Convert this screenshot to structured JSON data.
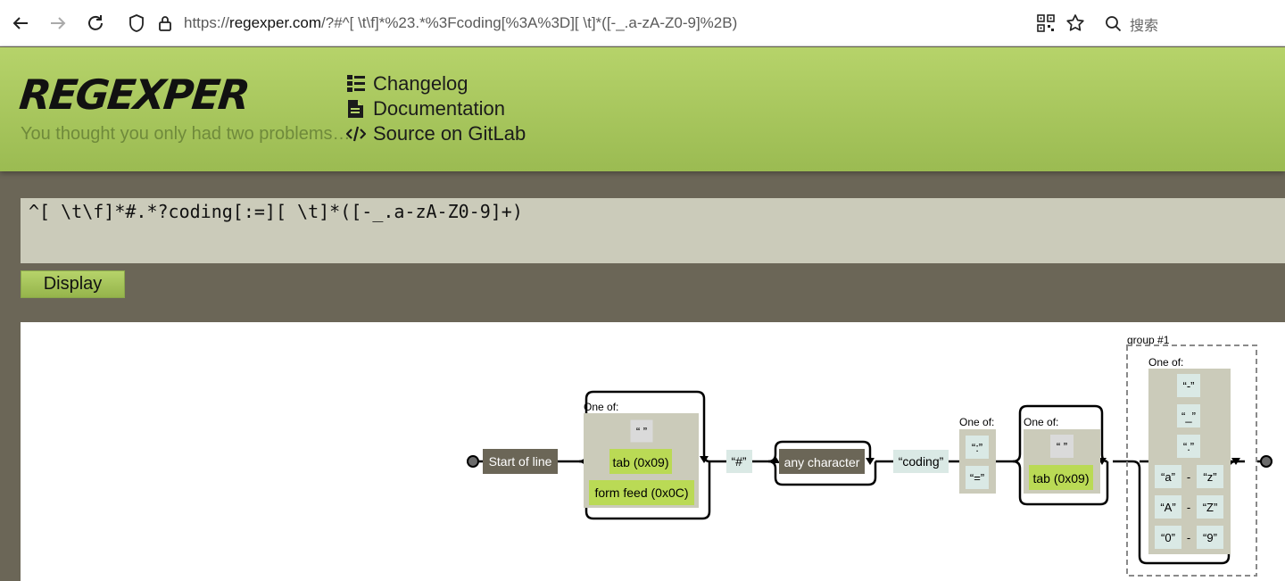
{
  "browser": {
    "url_prefix": "https://",
    "url_host": "regexper.com",
    "url_rest": "/?#^[ \\t\\f]*%23.*%3Fcoding[%3A%3D][ \\t]*([-_.a-zA-Z0-9]%2B)",
    "search_placeholder": "搜索"
  },
  "header": {
    "logo": "REGEXPER",
    "tagline": "You thought you only had two problems…",
    "nav": [
      {
        "label": "Changelog",
        "icon": "list-icon"
      },
      {
        "label": "Documentation",
        "icon": "document-icon"
      },
      {
        "label": "Source on GitLab",
        "icon": "code-icon"
      }
    ]
  },
  "form": {
    "regex": "^[ \\t\\f]*#.*?coding[:=][ \\t]*([-_.a-zA-Z0-9]+)",
    "display_label": "Display"
  },
  "diagram": {
    "start": "Start of line",
    "one_of": "One of:",
    "space": "“ ”",
    "tab": "tab (0x09)",
    "formfeed": "form feed (0x0C)",
    "hash": "“#”",
    "any": "any character",
    "coding": "“coding”",
    "colon": "“:”",
    "equals": "“=”",
    "group": "group #1",
    "dash": "“-”",
    "underscore": "“_”",
    "dot": "“.”",
    "a": "“a”",
    "z": "“z”",
    "A": "“A”",
    "Z": "“Z”",
    "d0": "“0”",
    "d9": "“9”",
    "range_sep": "-"
  }
}
